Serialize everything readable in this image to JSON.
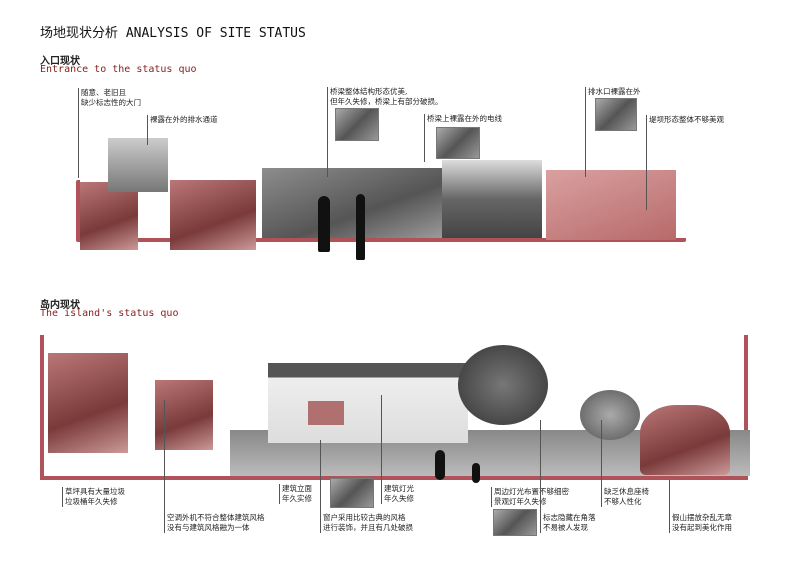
{
  "title": "场地现状分析 ANALYSIS OF SITE STATUS",
  "sections": [
    {
      "zh": "入口现状",
      "en": "Entrance to the status quo"
    },
    {
      "zh": "岛内现状",
      "en": "The island's status quo"
    }
  ],
  "top_notes": [
    "随意、老旧且\n缺少标志性的大门",
    "裸露在外的排水通道",
    "桥梁整体结构形态优美,\n但年久失修，桥梁上有部分破损。",
    "桥梁上裸露在外的电线",
    "排水口裸露在外",
    "堤坝形态整体不够美观"
  ],
  "bottom_notes": [
    "草坪具有大量垃圾\n垃圾桶年久失修",
    "空调外机不符合整体建筑风格\n没有与建筑风格融为一体",
    "建筑立面\n年久实修",
    "窗户采用比较古典的风格\n进行装饰，并且有几处破损",
    "建筑灯光\n年久失修",
    "周边灯光布置不够细密\n景观灯年久失修",
    "标志隐藏在角落\n不易被人发现",
    "缺乏休息座椅\n不够人性化",
    "假山摆放杂乱无章\n没有起到美化作用"
  ],
  "colors": {
    "accent": "#b0525a",
    "en_text": "#8a1c1c"
  }
}
